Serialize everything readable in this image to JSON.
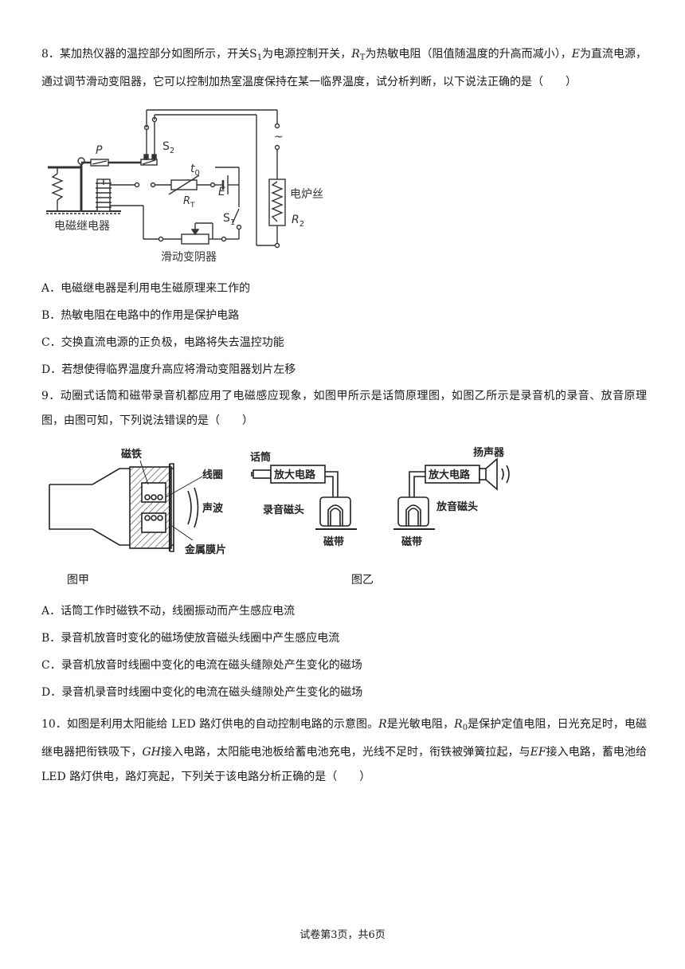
{
  "q8": {
    "p1": "8．某加热仪器的温控部分如图所示，开关",
    "s1": "S",
    "s1_sub": "1",
    "p2": "为电源控制开关，",
    "rt": "R",
    "rt_sub": "T",
    "p3": "为热敏电阻（阻值随温度的升高而减小），",
    "e": "E",
    "p4": "为直流电源，通过调节滑动变阻器，它可以控制加热室温度保持在某一临界温度，试分析判断，以下说法正确的是（　　）",
    "fig": {
      "P": "P",
      "S2": "S",
      "S2_sub": "2",
      "t0": "t",
      "t0_sub": "0",
      "RT": "R",
      "RT_sub": "T",
      "E": "E",
      "S1": "S",
      "S1_sub": "1",
      "heater": "电炉丝",
      "R2": "R",
      "R2_sub": "2",
      "relay": "电磁继电器",
      "rheostat": "滑动变阴器",
      "ac": "~"
    },
    "options": [
      "A．电磁继电器是利用电生磁原理来工作的",
      "B．热敏电阻在电路中的作用是保护电路",
      "C．交换直流电源的正负极，电路将失去温控功能",
      "D．若想使得临界温度升高应将滑动变阻器划片左移"
    ]
  },
  "q9": {
    "text": "9．动圈式话筒和磁带录音机都应用了电磁感应现象，如图甲所示是话筒原理图，如图乙所示是录音机的录音、放音原理图，由图可知，下列说法错误的是（　　）",
    "fig_a": {
      "magnet": "磁铁",
      "coil": "线圈",
      "wave": "声波",
      "membrane": "金属膜片",
      "caption": "图甲"
    },
    "fig_b": {
      "mic": "话筒",
      "amp1": "放大电路",
      "rec_head": "录音磁头",
      "tape1": "磁带",
      "speaker": "扬声器",
      "amp2": "放大电路",
      "play_head": "放音磁头",
      "tape2": "磁带",
      "caption": "图乙"
    },
    "options": [
      "A．话筒工作时磁铁不动，线圈振动而产生感应电流",
      "B．录音机放音时变化的磁场使放音磁头线圈中产生感应电流",
      "C．录音机放音时线圈中变化的电流在磁头缝隙处产生变化的磁场",
      "D．录音机录音时线圈中变化的电流在磁头缝隙处产生变化的磁场"
    ]
  },
  "q10": {
    "p1": "10．如图是利用太阳能给 LED 路灯供电的自动控制电路的示意图。",
    "r": "R",
    "p2": "是光敏电阻，",
    "r0": "R",
    "r0_sub": "0",
    "p3": "是保护定值电阻，日光充足时，电磁继电器把衔铁吸下，",
    "gh": "GH",
    "p4": "接入电路，太阳能电池板给蓄电池充电，光线不足时，衔铁被弹簧拉起，与",
    "ef": "EF",
    "p5": "接入电路，蓄电池给 LED 路灯供电，路灯亮起，下列关于该电路分析正确的是（　　）"
  },
  "footer": "试卷第3页，共6页"
}
